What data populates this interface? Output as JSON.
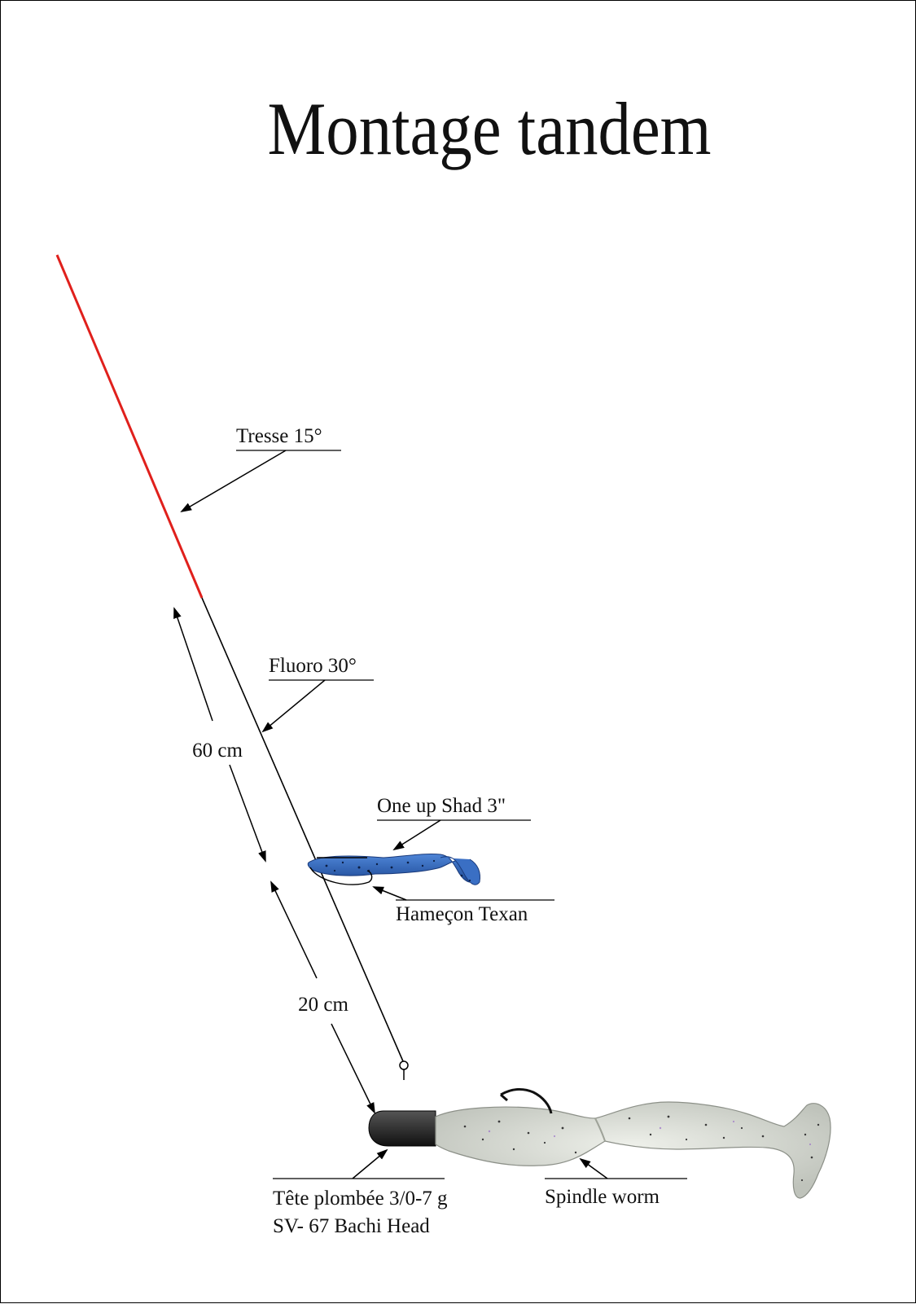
{
  "title": "Montage tandem",
  "labels": {
    "braid": "Tresse 15°",
    "fluoro": "Fluoro 30°",
    "length_upper": "60 cm",
    "length_lower": "20 cm",
    "shad": "One up Shad 3\"",
    "hook": "Hameçon Texan",
    "jig_line1": "Tête plombée 3/0-7 g",
    "jig_line2": "SV- 67 Bachi Head",
    "worm": "Spindle worm"
  },
  "colors": {
    "braid": "#e0201c",
    "fluoro": "#000000",
    "shad_body": "#2f63b8",
    "worm_body": "#d6d9d2",
    "jig_head": "#2a2a2a"
  }
}
